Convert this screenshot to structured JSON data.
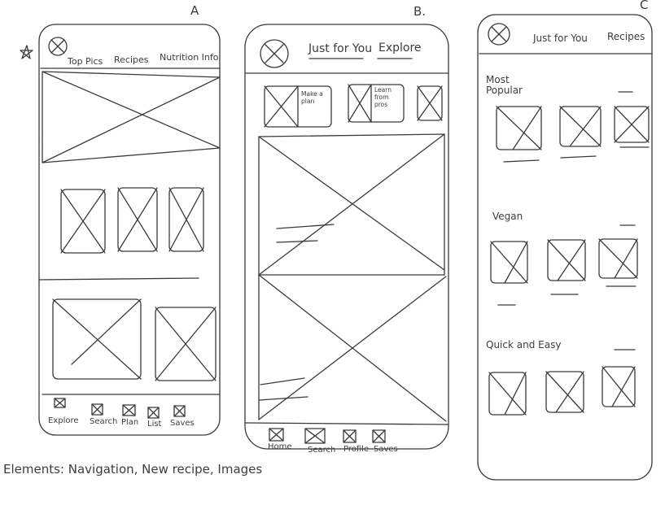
{
  "colors": {
    "ink": "#3a3a3a",
    "paper": "#ffffff"
  },
  "labels": {
    "a": "A",
    "b": "B.",
    "c": "C"
  },
  "wireframe_a": {
    "nav": [
      "Top Pics",
      "Recipes",
      "Nutrition Info"
    ],
    "tabs": [
      "Explore",
      "Search",
      "Plan",
      "List",
      "Saves"
    ]
  },
  "wireframe_b": {
    "nav": [
      "Just for You",
      "Explore"
    ],
    "cards": [
      "Make a plan",
      "Learn from pros"
    ],
    "tabs": [
      "Home",
      "Search",
      "Profile",
      "Saves"
    ]
  },
  "wireframe_c": {
    "nav": [
      "Just for You",
      "Recipes"
    ],
    "sections": [
      "Most Popular",
      "Vegan",
      "Quick and Easy"
    ]
  },
  "footer_note": "Elements: Navigation, New recipe, Images"
}
